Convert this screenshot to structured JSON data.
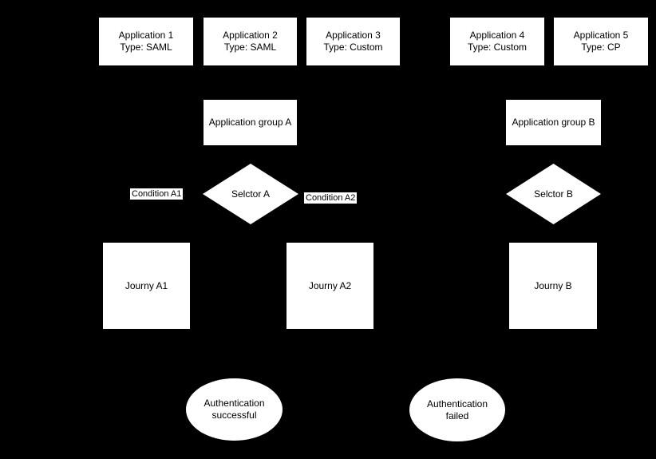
{
  "colors": {
    "background": "#000000",
    "shape_fill": "#ffffff",
    "text": "#000000"
  },
  "applications": [
    {
      "name": "Application 1",
      "type": "Type: SAML"
    },
    {
      "name": "Application 2",
      "type": "Type: SAML"
    },
    {
      "name": "Application 3",
      "type": "Type: Custom"
    },
    {
      "name": "Application 4",
      "type": "Type: Custom"
    },
    {
      "name": "Application 5",
      "type": "Type: CP"
    }
  ],
  "groups": [
    {
      "label": "Application group A"
    },
    {
      "label": "Application group B"
    }
  ],
  "selectors": [
    {
      "label": "Selctor A"
    },
    {
      "label": "Selctor B"
    }
  ],
  "conditions": [
    {
      "label": "Condition A1"
    },
    {
      "label": "Condition A2"
    }
  ],
  "journeys": [
    {
      "label": "Journy A1"
    },
    {
      "label": "Journy A2"
    },
    {
      "label": "Journy B"
    }
  ],
  "outcomes": [
    {
      "label": "Authentication successful"
    },
    {
      "label": "Authentication failed"
    }
  ]
}
